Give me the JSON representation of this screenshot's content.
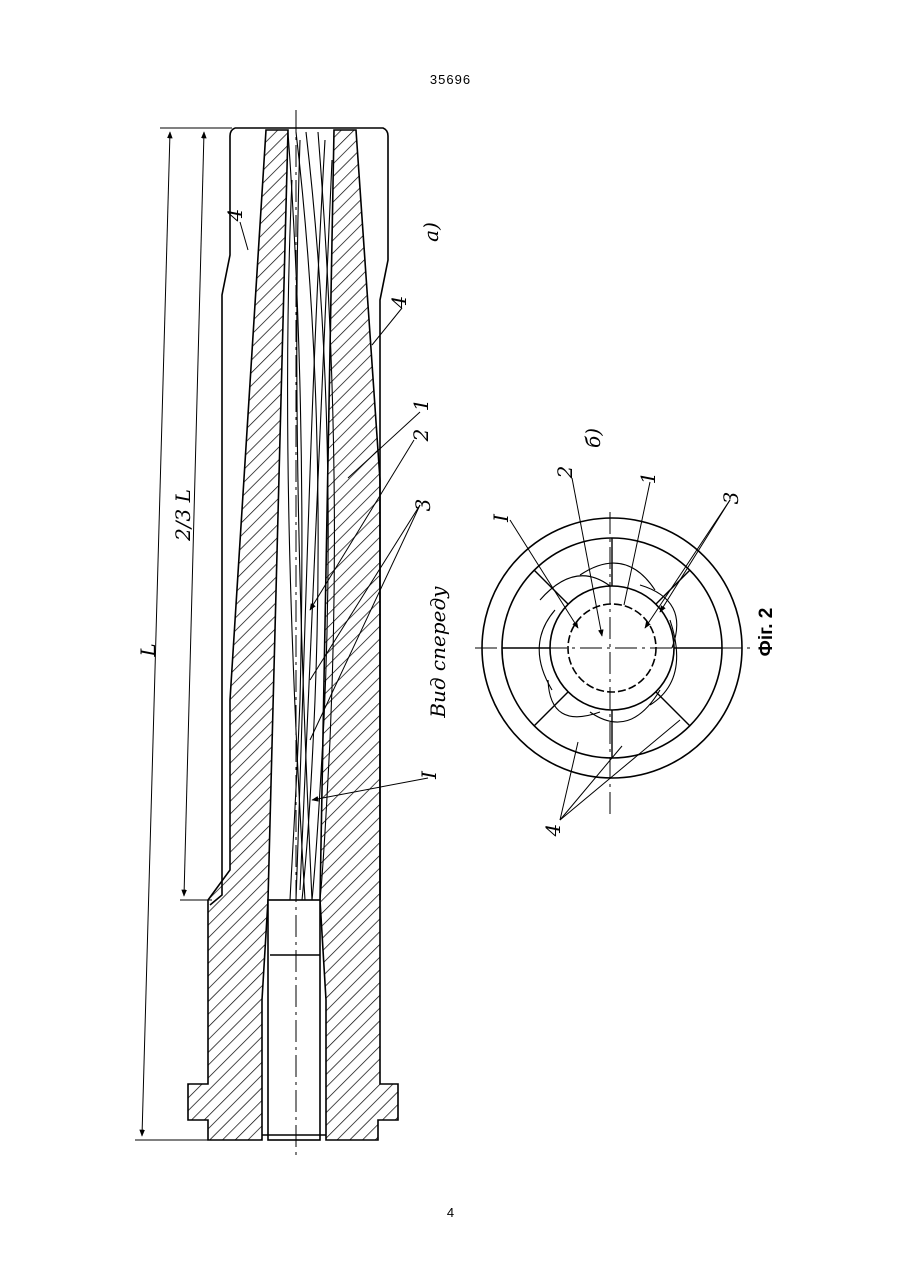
{
  "page": {
    "doc_number": "35696",
    "page_number": "4"
  },
  "figure": {
    "caption": "Фіг. 2",
    "view_a": "а)",
    "view_b": "б)",
    "view_title": "Вид спереду",
    "dim_total": "L",
    "dim_part": "2/3 L",
    "label_1": "1",
    "label_2": "2",
    "label_3": "3",
    "label_4": "4",
    "label_I": "I"
  }
}
